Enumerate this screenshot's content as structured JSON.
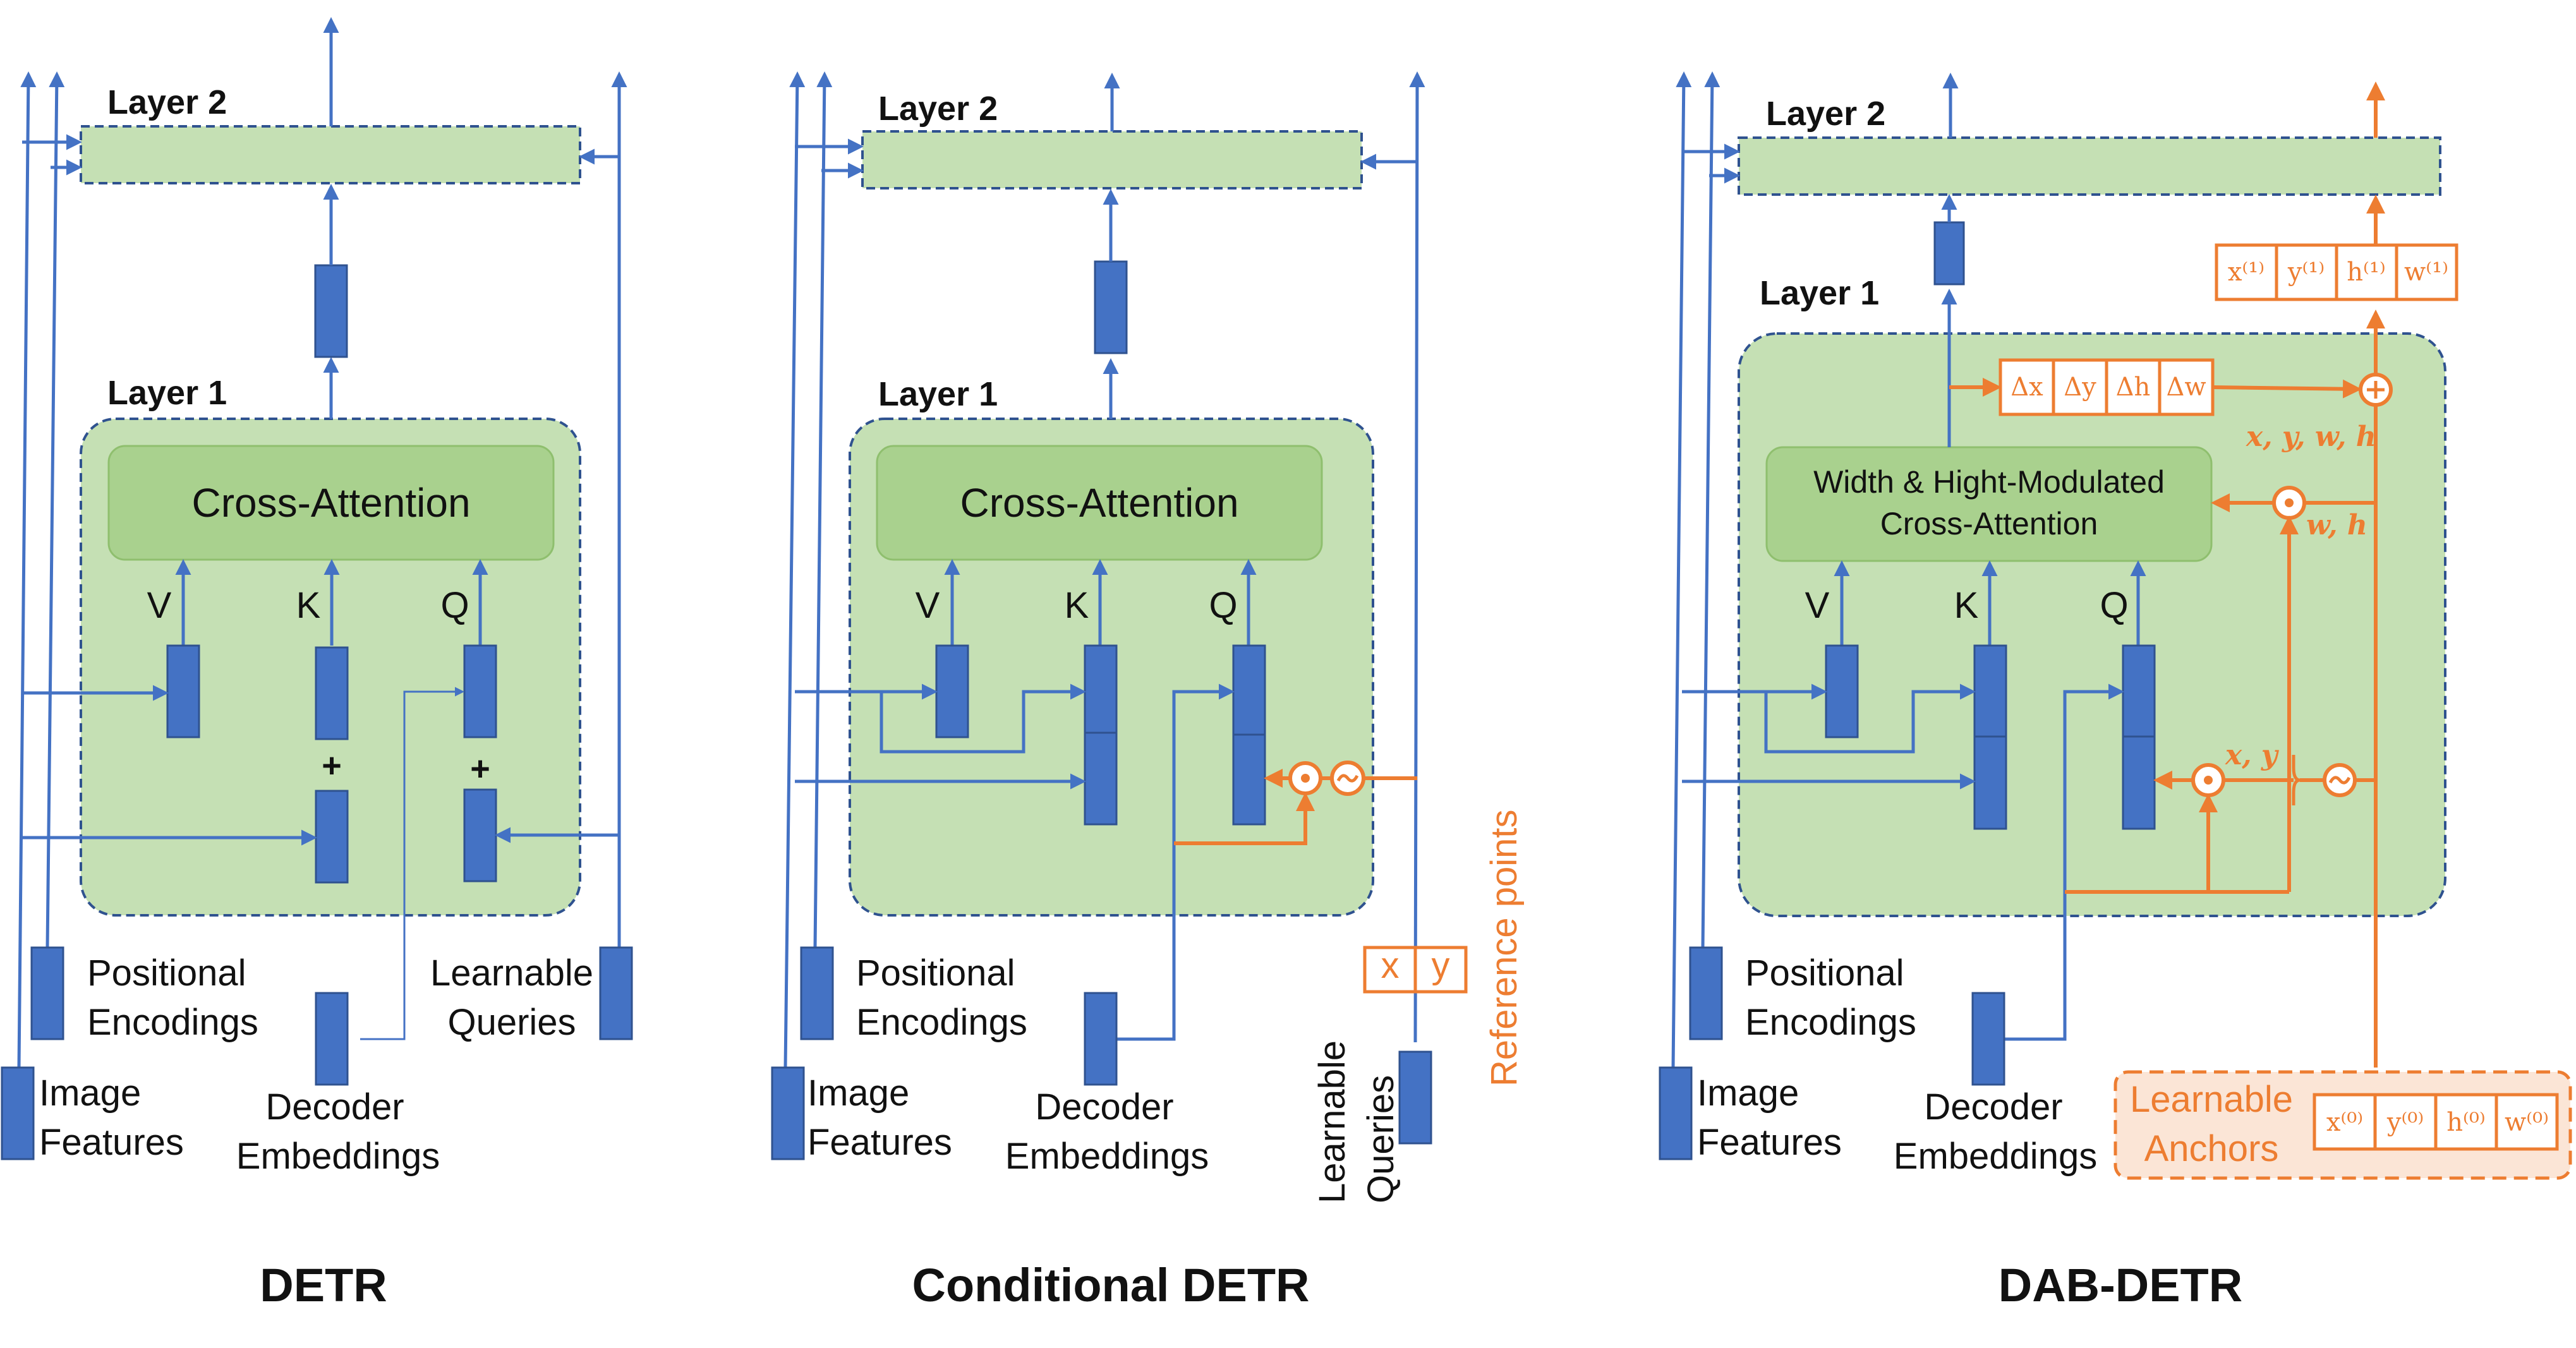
{
  "panels": [
    {
      "title": "DETR",
      "layer2": "Layer 2",
      "layer1": "Layer 1",
      "cross_attention": "Cross-Attention",
      "v": "V",
      "k": "K",
      "q": "Q",
      "plus": "+",
      "pos_enc": [
        "Positional",
        "Encodings"
      ],
      "img_feat": [
        "Image",
        "Features"
      ],
      "dec_emb": [
        "Decoder",
        "Embeddings"
      ],
      "learn_q": [
        "Learnable",
        "Queries"
      ]
    },
    {
      "title": "Conditional DETR",
      "layer2": "Layer 2",
      "layer1": "Layer 1",
      "cross_attention": "Cross-Attention",
      "v": "V",
      "k": "K",
      "q": "Q",
      "pos_enc": [
        "Positional",
        "Encodings"
      ],
      "img_feat": [
        "Image",
        "Features"
      ],
      "dec_emb": [
        "Decoder",
        "Embeddings"
      ],
      "learn_q": [
        "Learnable",
        "Queries"
      ],
      "ref_points": "Reference points",
      "ref_x": "x",
      "ref_y": "y"
    },
    {
      "title": "DAB-DETR",
      "layer2": "Layer 2",
      "layer1": "Layer 1",
      "cross_attention": [
        "Width & Hight-Modulated",
        "Cross-Attention"
      ],
      "v": "V",
      "k": "K",
      "q": "Q",
      "pos_enc": [
        "Positional",
        "Encodings"
      ],
      "img_feat": [
        "Image",
        "Features"
      ],
      "dec_emb": [
        "Decoder",
        "Embeddings"
      ],
      "anchors": [
        "Learnable",
        "Anchors"
      ],
      "anchor_cells": [
        "x⁽⁰⁾",
        "y⁽⁰⁾",
        "h⁽⁰⁾",
        "w⁽⁰⁾"
      ],
      "out_cells": [
        "x⁽¹⁾",
        "y⁽¹⁾",
        "h⁽¹⁾",
        "w⁽¹⁾"
      ],
      "delta_cells": [
        "Δx",
        "Δy",
        "Δh",
        "Δw"
      ],
      "xywh": "x, y, w, h",
      "wh": "w, h",
      "xy": "x, y"
    }
  ],
  "colors": {
    "blue": "#4472C4",
    "orange": "#ED7D31",
    "green_panel": "#C5E0B4",
    "green_box": "#A9D18E"
  }
}
